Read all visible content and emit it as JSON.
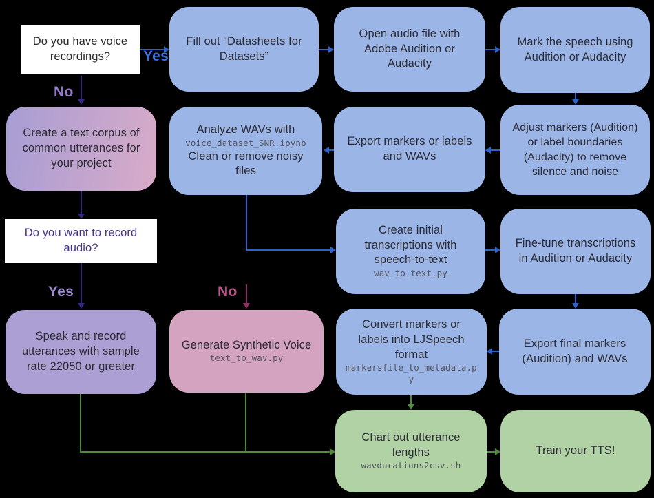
{
  "diagram_title": "Voice dataset creation flowchart for TTS training",
  "background": "#000000",
  "colors": {
    "node_blue": "#9bb5e7",
    "node_purple": "#ab9fd3",
    "node_pink": "#d4a3c0",
    "node_green": "#b1d2a4",
    "node_gradient_left": "#a79dd4",
    "node_gradient_right": "#d8abc8",
    "node_white": "#ffffff",
    "arrow_blue": "#2f62c9",
    "arrow_indigo": "#322a7e",
    "arrow_maroon": "#8f3164",
    "arrow_green": "#4e8c3c",
    "label_yes_blue": "#3e6fd9",
    "label_no_purple": "#9478ca",
    "label_yes_purple": "#a08bd3",
    "label_no_pink": "#bb558c"
  },
  "edge_labels": {
    "yes1": "Yes",
    "no1": "No",
    "yes2": "Yes",
    "no2": "No"
  },
  "nodes": {
    "q_have_recordings": {
      "text": "Do you have voice recordings?"
    },
    "fill_datasheets": {
      "text": "Fill out “Datasheets for Datasets”"
    },
    "open_audio": {
      "text": "Open audio file with Adobe Audition or Audacity"
    },
    "mark_speech": {
      "text": "Mark the speech using Audition or Audacity"
    },
    "create_corpus": {
      "text": "Create a text corpus of common utterances for your project"
    },
    "analyze_wavs": {
      "line1": "Analyze WAVs with",
      "code": "voice_dataset_SNR.ipynb",
      "line2": "Clean or remove noisy files"
    },
    "export_markers": {
      "text": "Export markers or labels and WAVs"
    },
    "adjust_markers": {
      "text": "Adjust markers (Audition) or label boundaries (Audacity) to remove silence and noise"
    },
    "q_record_audio": {
      "text": "Do you want to record audio?"
    },
    "create_transcriptions": {
      "text": "Create initial transcriptions with speech-to-text",
      "code": "wav_to_text.py"
    },
    "fine_tune": {
      "text": "Fine-tune transcriptions in Audition or Audacity"
    },
    "speak_record": {
      "text": "Speak and record utterances with sample rate 22050 or greater"
    },
    "generate_synthetic": {
      "text": "Generate Synthetic Voice",
      "code": "text_to_wav.py"
    },
    "convert_markers": {
      "text": "Convert markers or labels into LJSpeech format",
      "code": "markersfile_to_metadata.py"
    },
    "export_final": {
      "text": "Export final markers (Audition) and WAVs"
    },
    "chart_lengths": {
      "text": "Chart out utterance lengths",
      "code": "wavdurations2csv.sh"
    },
    "train_tts": {
      "text": "Train your TTS!"
    }
  }
}
